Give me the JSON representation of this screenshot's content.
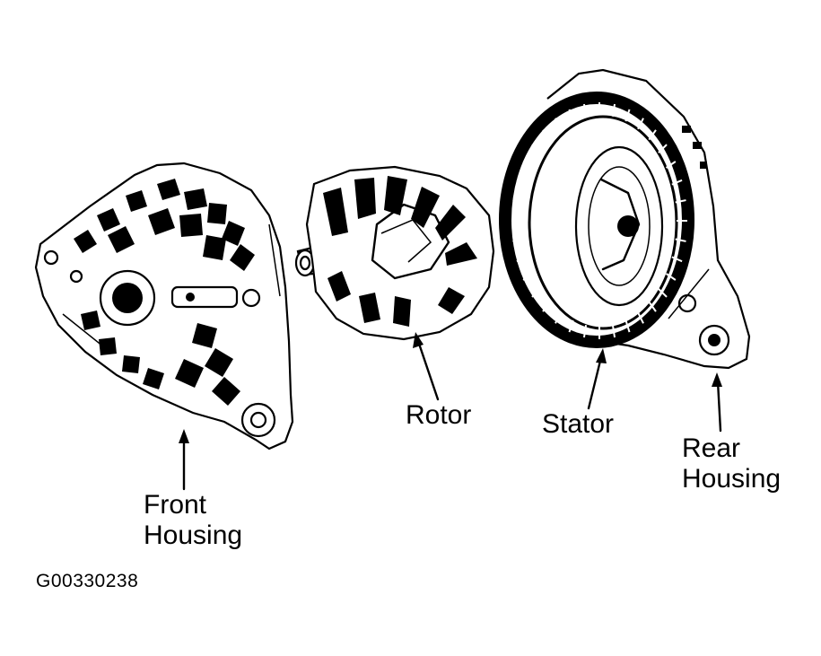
{
  "labels": {
    "front_housing_line1": "Front",
    "front_housing_line2": "Housing",
    "rotor": "Rotor",
    "stator": "Stator",
    "rear_housing_line1": "Rear",
    "rear_housing_line2": "Housing"
  },
  "figure_id": "G00330238"
}
